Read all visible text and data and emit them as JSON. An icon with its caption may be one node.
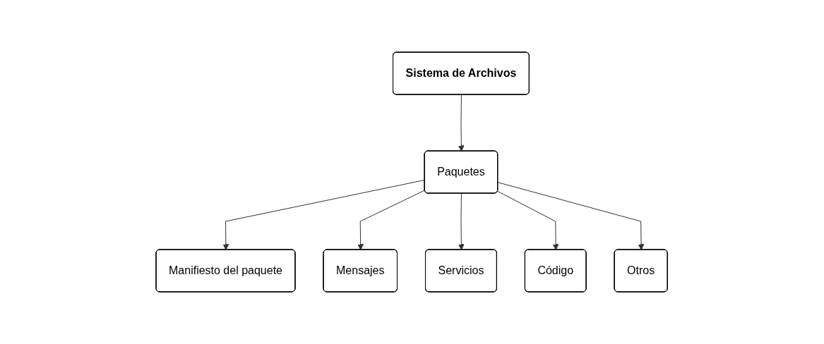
{
  "diagram": {
    "nodes": [
      {
        "text": [
          "Sistema de Archivos"
        ]
      },
      {
        "text": [
          "Paquetes"
        ]
      },
      {
        "text": [
          "Manifiesto del paquete"
        ]
      },
      {
        "text": [
          "Mensajes"
        ]
      },
      {
        "text": [
          "Servicios"
        ]
      },
      {
        "text": [
          "Código"
        ]
      },
      {
        "text": [
          "Otros"
        ]
      }
    ],
    "edges": [
      {
        "from": 0,
        "to": 1,
        "arrow": "to"
      },
      {
        "from": 1,
        "to": 2,
        "arrow": "to"
      },
      {
        "from": 1,
        "to": 3,
        "arrow": "to"
      },
      {
        "from": 1,
        "to": 4,
        "arrow": "to"
      },
      {
        "from": 1,
        "to": 5,
        "arrow": "to"
      },
      {
        "from": 1,
        "to": 6,
        "arrow": "to"
      }
    ]
  }
}
